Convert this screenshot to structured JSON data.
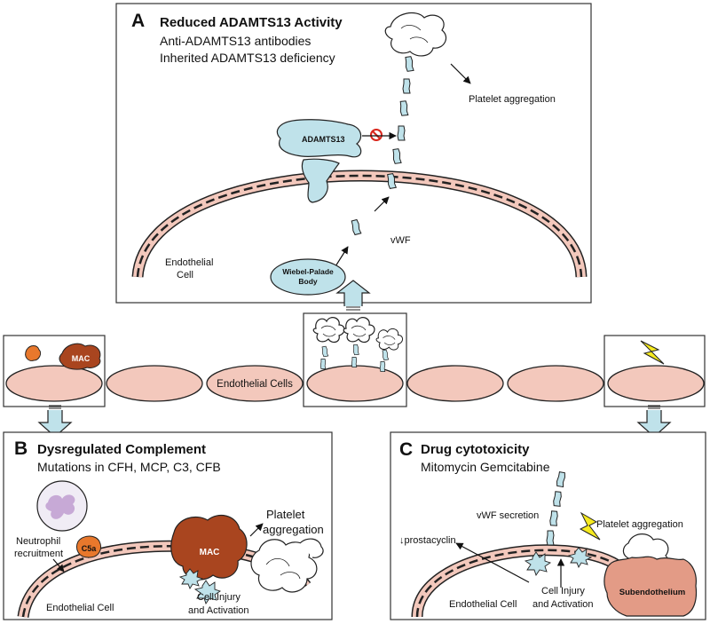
{
  "panel_a": {
    "letter": "A",
    "title": "Reduced ADAMTS13 Activity",
    "line1": "Anti-ADAMTS13 antibodies",
    "line2": "Inherited ADAMTS13 deficiency",
    "adamts13_label": "ADAMTS13",
    "platelet_label": "Platelet aggregation",
    "vwf_label": "vWF",
    "endothelial_line1": "Endothelial",
    "endothelial_line2": "Cell",
    "wp_line1": "Wiebel-Palade",
    "wp_line2": "Body"
  },
  "middle": {
    "mac_label": "MAC",
    "endothelial_cells_label": "Endothelial Cells"
  },
  "panel_b": {
    "letter": "B",
    "title": "Dysregulated Complement",
    "line1": "Mutations in CFH, MCP, C3, CFB",
    "neutrophil_line1": "Neutrophil",
    "neutrophil_line2": "recruitment",
    "c5a_label": "C5a",
    "mac_label": "MAC",
    "platelet_line1": "Platelet",
    "platelet_line2": "aggregation",
    "injury_line1": "Cell Injury",
    "injury_line2": "and Activation",
    "endothelial_label": "Endothelial Cell"
  },
  "panel_c": {
    "letter": "C",
    "title": "Drug cytotoxicity",
    "line1": "Mitomycin Gemcitabine",
    "vwf_secretion": "vWF secretion",
    "platelet_label": "Platelet aggregation",
    "prostacyclin": "↓prostacyclin",
    "injury_line1": "Cell Injury",
    "injury_line2": "and Activation",
    "endothelial_label": "Endothelial Cell",
    "subendothelium": "Subendothelium"
  },
  "colors": {
    "membrane": "#f3c8bc",
    "vwf": "#bfe2ea",
    "mac": "#a9451f",
    "c5a": "#e8782c",
    "subendothelium": "#e39b86",
    "lightning": "#f6ea1f",
    "inhibit": "#d9261c"
  }
}
